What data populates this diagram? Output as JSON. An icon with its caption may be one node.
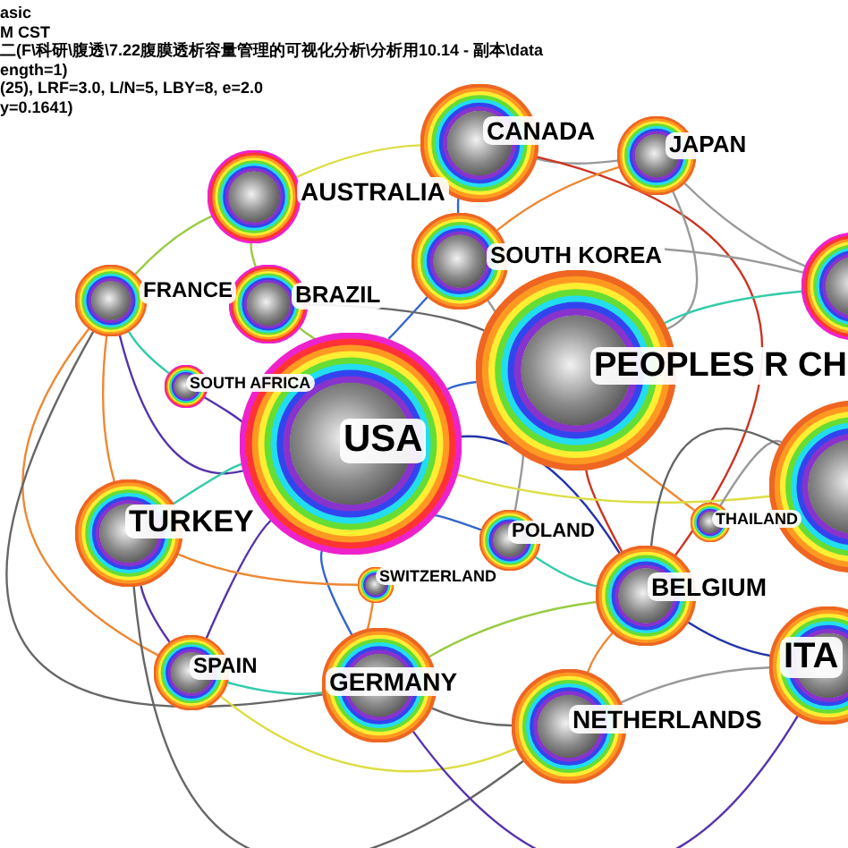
{
  "diagram": {
    "nodes": [
      {
        "text": [
          "CANADA"
        ]
      },
      {
        "text": [
          "JAPAN"
        ]
      },
      {
        "text": [
          "AUSTRALIA"
        ]
      },
      {
        "text": [
          "SOUTH KOREA"
        ]
      },
      {
        "text": [],
        "shape": "circle"
      },
      {
        "text": [
          "FRANCE"
        ]
      },
      {
        "text": [
          "BRAZIL"
        ]
      },
      {
        "text": [
          "PEOPLES R CH"
        ]
      },
      {
        "text": [
          "SOUTH AFRICA"
        ]
      },
      {
        "text": [
          "USA"
        ]
      },
      {
        "text": [],
        "shape": "circle"
      },
      {
        "text": [
          "TURKEY"
        ]
      },
      {
        "text": [
          "THAILAND"
        ]
      },
      {
        "text": [
          "POLAND"
        ]
      },
      {
        "text": [
          "SWITZERLAND"
        ]
      },
      {
        "text": [
          "BELGIUM"
        ]
      },
      {
        "text": [
          "ITA"
        ]
      },
      {
        "text": [
          "SPAIN"
        ]
      },
      {
        "text": [
          "GERMANY"
        ]
      },
      {
        "text": [
          "NETHERLANDS"
        ]
      }
    ],
    "edges": [
      {
        "from": 0,
        "to": 1,
        "arrow": "none",
        "color": "#999999"
      },
      {
        "from": 0,
        "to": 3,
        "arrow": "none",
        "color": "#3366cc"
      },
      {
        "from": 0,
        "to": 2,
        "arrow": "none",
        "color": "#dddd44"
      },
      {
        "from": 0,
        "to": 15,
        "arrow": "none",
        "color": "#cc3322"
      },
      {
        "from": 1,
        "to": 4,
        "arrow": "none",
        "color": "#999999"
      },
      {
        "from": 1,
        "to": 7,
        "arrow": "none",
        "color": "#999999"
      },
      {
        "from": 1,
        "to": 3,
        "arrow": "none",
        "color": "#ee8833"
      },
      {
        "from": 2,
        "to": 5,
        "arrow": "none",
        "color": "#99cc44"
      },
      {
        "from": 2,
        "to": 6,
        "arrow": "none",
        "color": "#99cc44"
      },
      {
        "from": 3,
        "to": 7,
        "arrow": "none",
        "color": "#999999"
      },
      {
        "from": 3,
        "to": 9,
        "arrow": "none",
        "color": "#3366cc"
      },
      {
        "from": 3,
        "to": 4,
        "arrow": "none",
        "color": "#999999"
      },
      {
        "from": 4,
        "to": 7,
        "arrow": "none",
        "color": "#33ccaa"
      },
      {
        "from": 5,
        "to": 9,
        "arrow": "none",
        "color": "#5533aa"
      },
      {
        "from": 5,
        "to": 11,
        "arrow": "none",
        "color": "#ee8833"
      },
      {
        "from": 5,
        "to": 8,
        "arrow": "none",
        "color": "#33ccaa"
      },
      {
        "from": 5,
        "to": 17,
        "arrow": "none",
        "color": "#ee8833"
      },
      {
        "from": 5,
        "to": 18,
        "arrow": "none",
        "color": "#666666"
      },
      {
        "from": 6,
        "to": 9,
        "arrow": "none",
        "color": "#99cc44"
      },
      {
        "from": 6,
        "to": 7,
        "arrow": "none",
        "color": "#666666"
      },
      {
        "from": 7,
        "to": 9,
        "arrow": "none",
        "color": "#3366cc"
      },
      {
        "from": 7,
        "to": 15,
        "arrow": "none",
        "color": "#cc3322"
      },
      {
        "from": 7,
        "to": 13,
        "arrow": "none",
        "color": "#999999"
      },
      {
        "from": 7,
        "to": 12,
        "arrow": "none",
        "color": "#ee8833"
      },
      {
        "from": 8,
        "to": 9,
        "arrow": "none",
        "color": "#5533aa"
      },
      {
        "from": 9,
        "to": 11,
        "arrow": "none",
        "color": "#33ccaa"
      },
      {
        "from": 9,
        "to": 17,
        "arrow": "none",
        "color": "#5533aa"
      },
      {
        "from": 9,
        "to": 18,
        "arrow": "none",
        "color": "#3366cc"
      },
      {
        "from": 9,
        "to": 15,
        "arrow": "none",
        "color": "#2233aa"
      },
      {
        "from": 9,
        "to": 13,
        "arrow": "none",
        "color": "#3366cc"
      },
      {
        "from": 9,
        "to": 10,
        "arrow": "none",
        "color": "#dddd44"
      },
      {
        "from": 10,
        "to": 12,
        "arrow": "none",
        "color": "#999999"
      },
      {
        "from": 10,
        "to": 15,
        "arrow": "none",
        "color": "#666666"
      },
      {
        "from": 11,
        "to": 17,
        "arrow": "none",
        "color": "#5533aa"
      },
      {
        "from": 11,
        "to": 14,
        "arrow": "none",
        "color": "#ee8833"
      },
      {
        "from": 11,
        "to": 19,
        "arrow": "none",
        "color": "#666666"
      },
      {
        "from": 13,
        "to": 15,
        "arrow": "none",
        "color": "#33ccaa"
      },
      {
        "from": 14,
        "to": 18,
        "arrow": "none",
        "color": "#ee8833"
      },
      {
        "from": 15,
        "to": 16,
        "arrow": "none",
        "color": "#2233aa"
      },
      {
        "from": 15,
        "to": 19,
        "arrow": "none",
        "color": "#ee8833"
      },
      {
        "from": 15,
        "to": 18,
        "arrow": "none",
        "color": "#99cc44"
      },
      {
        "from": 16,
        "to": 19,
        "arrow": "none",
        "color": "#999999"
      },
      {
        "from": 17,
        "to": 18,
        "arrow": "none",
        "color": "#33ccaa"
      },
      {
        "from": 17,
        "to": 19,
        "arrow": "none",
        "color": "#dddd44"
      },
      {
        "from": 18,
        "to": 19,
        "arrow": "none",
        "color": "#666666"
      },
      {
        "from": 18,
        "to": 16,
        "arrow": "none",
        "color": "#5533aa"
      }
    ],
    "labels": [
      "asic",
      "M CST",
      "二(F\\科研\\腹透\\7.22腹膜透析容量管理的可视化分析\\分析用10.14 - 副本\\data",
      "ength=1)",
      "(25), LRF=3.0, L/N=5, LBY=8, e=2.0",
      "y=0.1641)"
    ]
  }
}
